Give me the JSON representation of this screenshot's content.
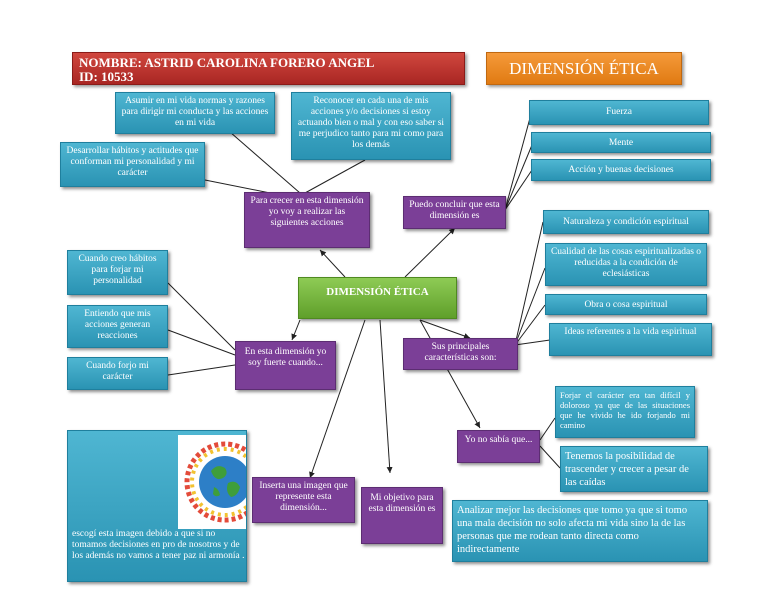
{
  "header": {
    "name_line": "NOMBRE: ASTRID CAROLINA FORERO ANGEL",
    "id_line": "ID: 10533",
    "title": "DIMENSIÓN ÉTICA"
  },
  "center": {
    "label": "DIMENSIÓN ÉTICA"
  },
  "nodes": {
    "crecer": "Para crecer en esta dimensión yo voy a realizar las siguientes acciones",
    "concluir": "Puedo concluir que esta dimensión es",
    "fuerte": "En esta dimensión yo soy fuerte cuando...",
    "caracteristicas": "Sus principales características son:",
    "no_sabia": "Yo no sabía que...",
    "imagen": "Inserta una imagen que represente esta dimensión...",
    "objetivo": "Mi objetivo para esta dimensión es"
  },
  "details": {
    "asumir": "Asumir en mi vida normas y razones para dirigir mi conducta y las acciones en mi vida",
    "reconocer": "Reconocer en cada una de mis acciones y/o decisiones si estoy actuando bien o mal y con eso saber si me perjudico tanto para mi como para los demás",
    "habitos": "Desarrollar hábitos y actitudes que conforman mi personalidad y mi carácter",
    "fuerza": "Fuerza",
    "mente": "Mente",
    "accion": "Acción y buenas decisiones",
    "naturaleza": "Naturaleza y condición espiritual",
    "cualidad": "Cualidad de las cosas espiritualizadas o reducidas a la condición de eclesiásticas",
    "obra": "Obra o cosa espiritual",
    "ideas": "Ideas referentes a la vida espiritual",
    "cuando_creo": "Cuando creo hábitos para forjar mi personalidad",
    "entiendo": "Entiendo que mis acciones generan reacciones",
    "forjo": "Cuando forjo mi carácter",
    "forjar": "Forjar el carácter era tan difícil y doloroso ya que de las situaciones que he vivido he ido forjando mi camino",
    "tenemos": "Tenemos la posibilidad de trascender y crecer a pesar de las caídas",
    "analizar": "Analizar mejor las decisiones que tomo ya que si tomo una mala decisión no solo afecta mi vida sino la de las personas que me rodean tanto directa como indirectamente",
    "escogi": "escogí esta imagen debido a que si no tomamos decisiones en pro de nosotros y de los además no vamos a tener paz ni armonía ."
  },
  "colors": {
    "teal": "#3aa6c6",
    "purple": "#7b3f97",
    "green": "#72b23c",
    "red": "#b8302c",
    "orange": "#ee8a22"
  }
}
